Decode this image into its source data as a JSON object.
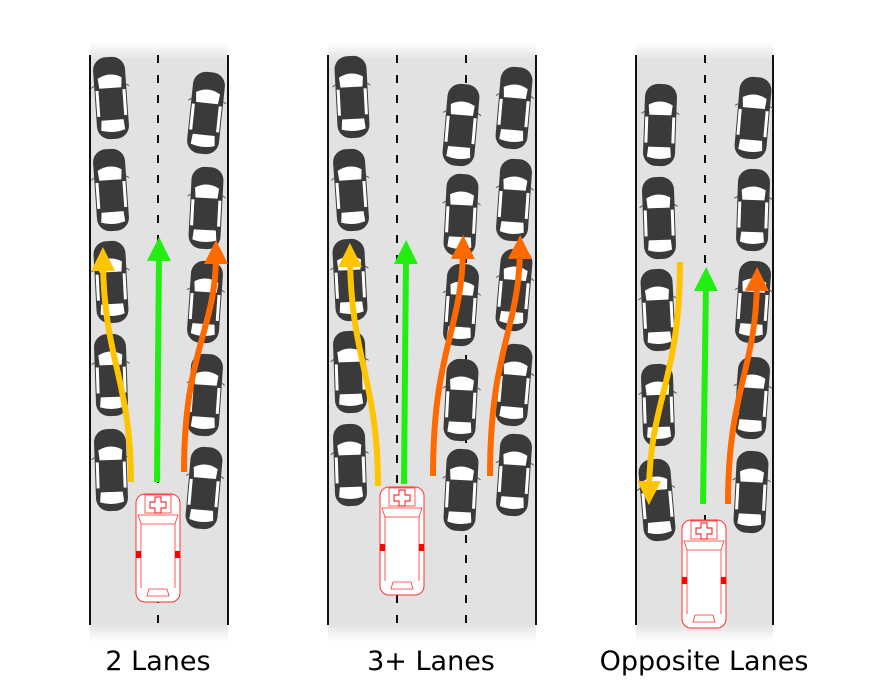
{
  "panels": [
    {
      "label": "2 Lanes"
    },
    {
      "label": "3+ Lanes"
    },
    {
      "label": "Opposite Lanes"
    }
  ],
  "colors": {
    "road": "#e2e2e2",
    "car_body": "#3a3a3a",
    "ambulance": "#ff0000",
    "arrow_yellow": "#ffc400",
    "arrow_green": "#22ee11",
    "arrow_orange": "#ff6a00"
  }
}
